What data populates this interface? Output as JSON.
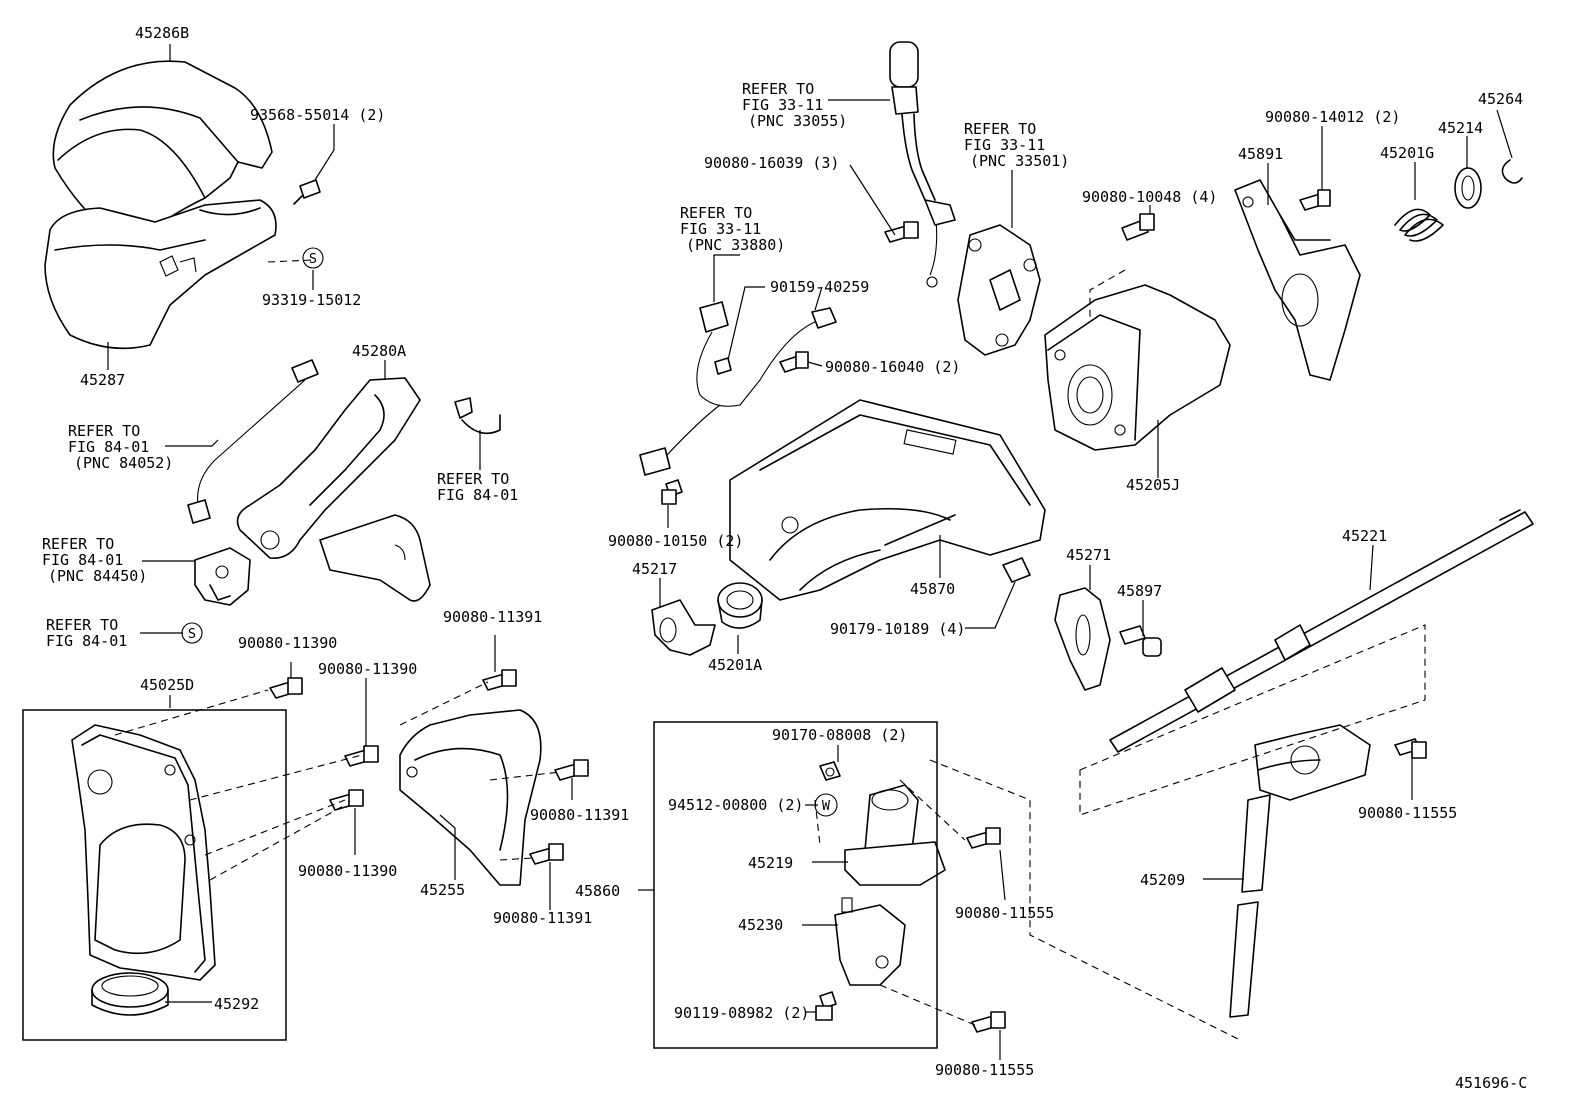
{
  "figure_id": "451696-C",
  "labels": {
    "p45286B": "45286B",
    "p93568_55014": "93568-55014 (2)",
    "p93319_15012": "93319-15012",
    "p45287": "45287",
    "p45280A": "45280A",
    "ref_84052_1": "REFER TO",
    "ref_84052_2": "FIG 84-01",
    "ref_84052_3": "(PNC 84052)",
    "ref_8401a_1": "REFER TO",
    "ref_8401a_2": "FIG 84-01",
    "ref_84450_1": "REFER TO",
    "ref_84450_2": "FIG 84-01",
    "ref_84450_3": "(PNC 84450)",
    "ref_8401b_1": "REFER TO",
    "ref_8401b_2": "FIG 84-01",
    "p90080_11390a": "90080-11390",
    "p90080_11391a": "90080-11391",
    "p45025D": "45025D",
    "p90080_11390b": "90080-11390",
    "p90080_11391b": "90080-11391",
    "p90080_11390c": "90080-11390",
    "p45255": "45255",
    "p90080_11391c": "90080-11391",
    "p45292": "45292",
    "ref_33055_1": "REFER TO",
    "ref_33055_2": "FIG 33-11",
    "ref_33055_3": "(PNC 33055)",
    "ref_33501_1": "REFER TO",
    "ref_33501_2": "FIG 33-11",
    "ref_33501_3": "(PNC 33501)",
    "ref_33880_1": "REFER TO",
    "ref_33880_2": "FIG 33-11",
    "ref_33880_3": "(PNC 33880)",
    "p90080_16039": "90080-16039 (3)",
    "p90159_40259": "90159-40259",
    "p90080_16040": "90080-16040 (2)",
    "p90080_10150": "90080-10150 (2)",
    "p45217": "45217",
    "p45201A": "45201A",
    "p45870": "45870",
    "p90179_10189": "90179-10189 (4)",
    "p90080_10048": "90080-10048 (4)",
    "p45205J": "45205J",
    "p90080_14012": "90080-14012 (2)",
    "p45891": "45891",
    "p45264": "45264",
    "p45214": "45214",
    "p45201G": "45201G",
    "p45221": "45221",
    "p45271": "45271",
    "p45897": "45897",
    "p90170_08008": "90170-08008 (2)",
    "p94512_00800": "94512-00800 (2)",
    "p45219": "45219",
    "p45230": "45230",
    "p90119_08982": "90119-08982 (2)",
    "p45860": "45860",
    "p90080_11555a": "90080-11555",
    "p90080_11555b": "90080-11555",
    "p90080_11555c": "90080-11555",
    "p45209": "45209",
    "marker_s": "S",
    "marker_w": "W"
  }
}
